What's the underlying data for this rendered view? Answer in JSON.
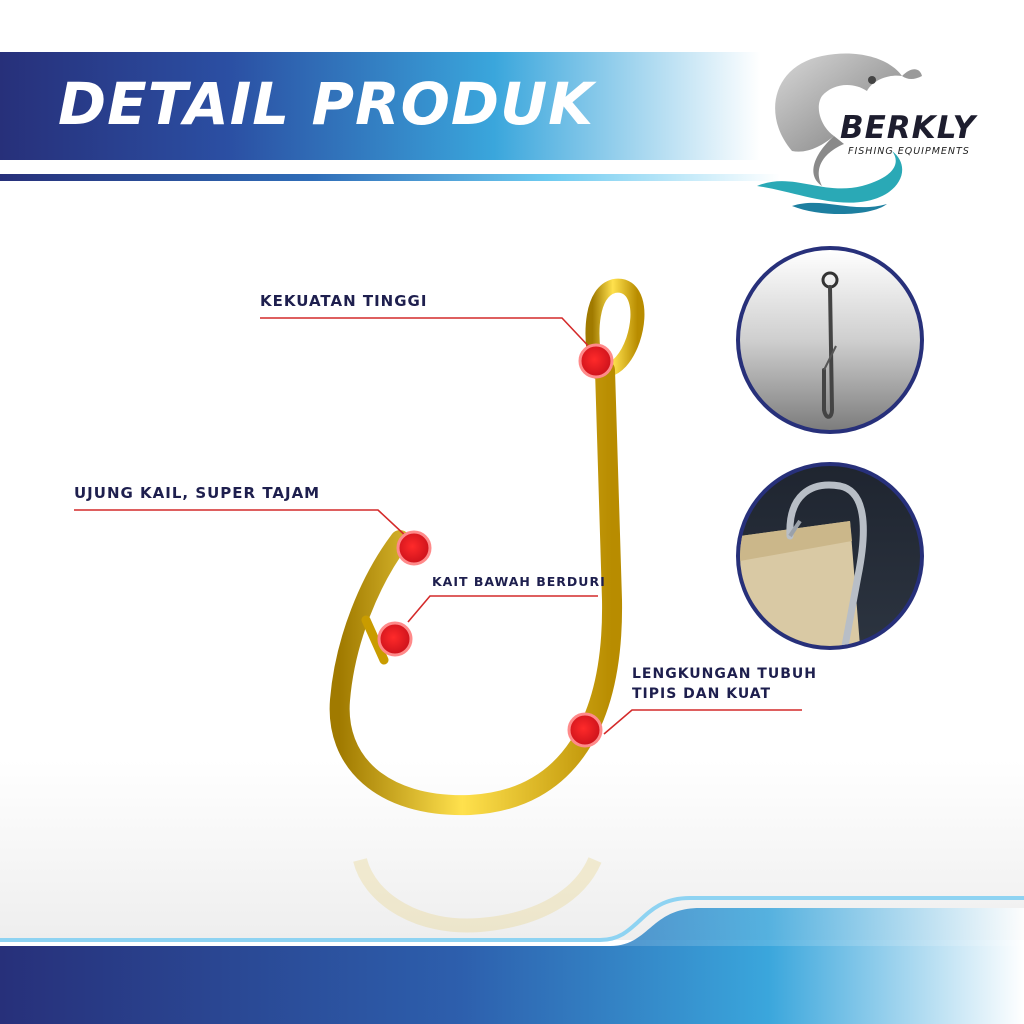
{
  "header": {
    "title": "DETAIL PRODUK"
  },
  "logo": {
    "brand": "BERKLY",
    "tagline": "FISHING EQUIPMENTS",
    "icon": "fish-wave-icon"
  },
  "callouts": [
    {
      "label": "KEKUATAN TINGGI"
    },
    {
      "label": "UJUNG KAIL, SUPER TAJAM"
    },
    {
      "label": "KAIT BAWAH BERDURI"
    },
    {
      "label_line1": "LENGKUNGAN TUBUH",
      "label_line2": "TIPIS DAN KUAT"
    }
  ],
  "colors": {
    "navy": "#27307a",
    "sky": "#3aa6dc",
    "gold": "#e0b400",
    "marker": "#e1141e",
    "callout_text": "#1e1f4e"
  }
}
